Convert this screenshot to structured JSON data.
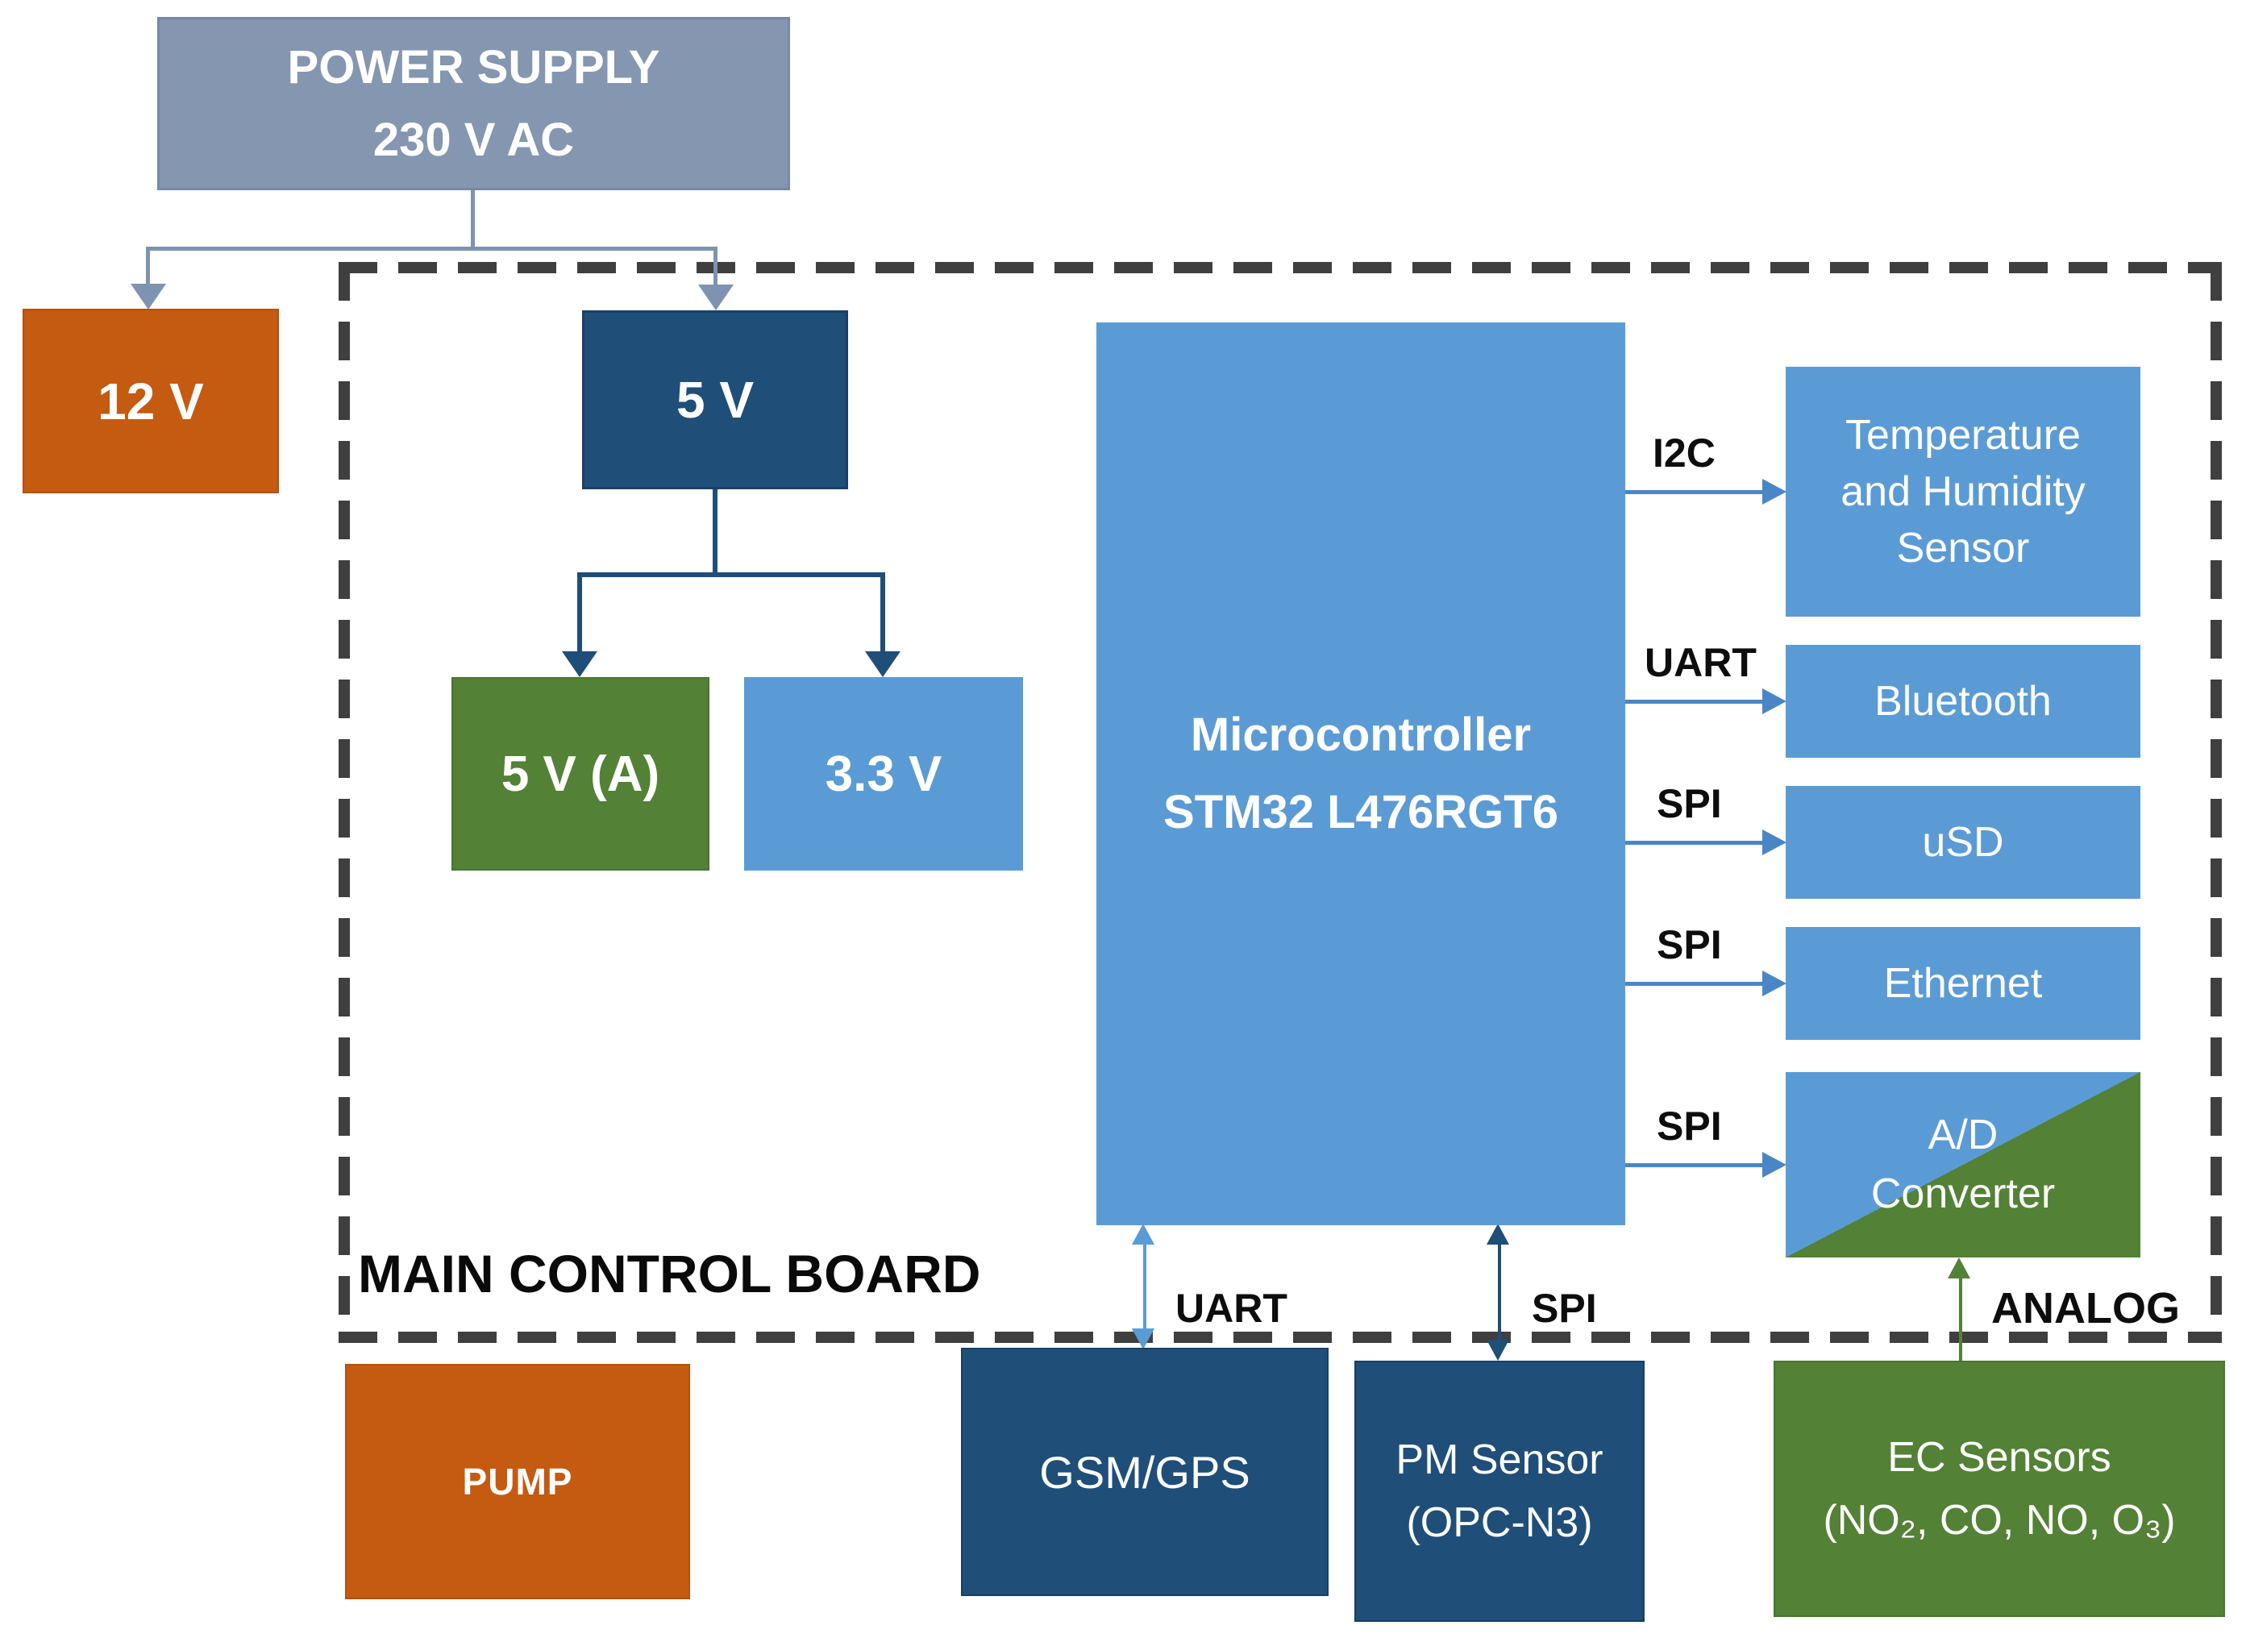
{
  "board": {
    "title": "MAIN CONTROL BOARD"
  },
  "nodes": {
    "power_supply": {
      "line1": "POWER SUPPLY",
      "line2": "230 V AC"
    },
    "v12": {
      "label": "12 V"
    },
    "v5": {
      "label": "5 V"
    },
    "v5a": {
      "label": "5 V (A)"
    },
    "v33": {
      "label": "3.3 V"
    },
    "mcu": {
      "line1": "Microcontroller",
      "line2": "STM32 L476RGT6"
    },
    "temp": {
      "line1": "Temperature",
      "line2": "and Humidity",
      "line3": "Sensor"
    },
    "bluetooth": {
      "label": "Bluetooth"
    },
    "usd": {
      "label": "uSD"
    },
    "ethernet": {
      "label": "Ethernet"
    },
    "adc": {
      "line1": "A/D",
      "line2": "Converter"
    },
    "pump": {
      "label": "PUMP"
    },
    "gsm": {
      "label": "GSM/GPS"
    },
    "pm": {
      "line1": "PM Sensor",
      "line2": "(OPC-N3)"
    },
    "ec": {
      "line1": "EC Sensors",
      "line2": "(NO₂, CO, NO, O₃)"
    }
  },
  "buses": {
    "i2c": "I2C",
    "uart_bluetooth": "UART",
    "spi_usd": "SPI",
    "spi_ethernet": "SPI",
    "spi_adc": "SPI",
    "uart_gsm": "UART",
    "spi_pm": "SPI",
    "analog": "ANALOG"
  },
  "colors": {
    "gray_blue": "#8496B0",
    "orange": "#C55A11",
    "navy": "#1F4E79",
    "green": "#538135",
    "mid_blue": "#5B9BD5",
    "arrow_blue": "#4A86C6",
    "power_line": "#7E93B1",
    "dash_gray": "#3F3F3F",
    "label_black": "#0D0D0D"
  }
}
